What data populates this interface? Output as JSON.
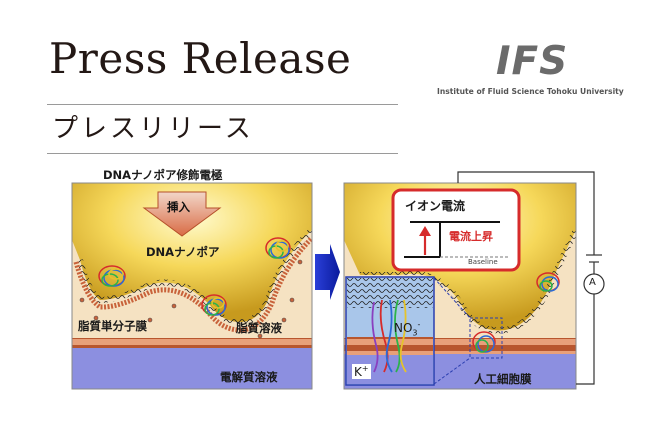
{
  "header": {
    "title": "Press Release",
    "subtitle": "プレスリリース",
    "logo_text": "IFS",
    "logo_subtext": "Institute of Fluid Science Tohoku University"
  },
  "figure": {
    "left_panel": {
      "electrode_label": "DNAナノポア修飾電極",
      "insert_label": "挿入",
      "nanopore_label": "DNAナノポア",
      "monolayer_label": "脂質単分子膜",
      "lipid_solution_label": "脂質溶液",
      "electrolyte_label": "電解質溶液"
    },
    "right_panel": {
      "ion_current_label": "イオン電流",
      "current_rise_label": "電流上昇",
      "baseline_label": "Baseline",
      "nitrate_label": "NO",
      "nitrate_sub": "3",
      "nitrate_sup": "-",
      "potassium_label": "K",
      "potassium_sup": "+",
      "membrane_label": "人工細胞膜",
      "ammeter_label": "A"
    },
    "colors": {
      "gold_light": "#fff6a8",
      "gold_dark": "#c9a227",
      "lipid_solution": "#f5e2c2",
      "electrolyte": "#8c8fe0",
      "membrane_head": "#c8623a",
      "current_red": "#d62b2b"
    }
  }
}
